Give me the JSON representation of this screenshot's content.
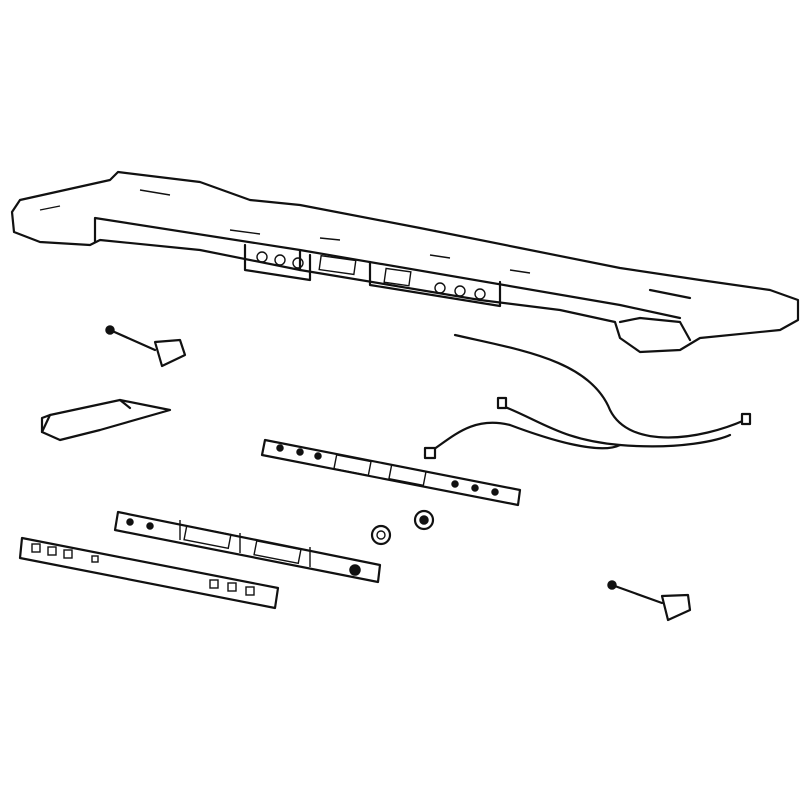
{
  "diagram": {
    "type": "exploded-parts-diagram",
    "colors": {
      "background": "#ffffff",
      "line": "#111111"
    },
    "parts": [
      {
        "name": "main-frame-panel"
      },
      {
        "name": "screw-left"
      },
      {
        "name": "mounting-bracket"
      },
      {
        "name": "control-board-upper"
      },
      {
        "name": "wire-harness"
      },
      {
        "name": "knob-left"
      },
      {
        "name": "knob-right"
      },
      {
        "name": "control-board-lower"
      },
      {
        "name": "button-strip"
      },
      {
        "name": "screw-right"
      }
    ]
  }
}
